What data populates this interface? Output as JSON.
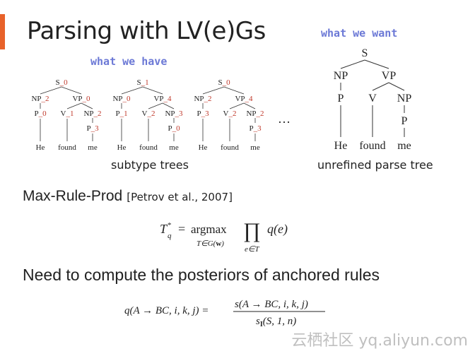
{
  "slide": {
    "title": "Parsing with LV(e)Gs",
    "accent_color": "#E8622A",
    "hand_color": "#6C79D6",
    "split_color": "#C0392B"
  },
  "have": {
    "label": "what we have"
  },
  "want": {
    "label": "what we want"
  },
  "subtype_trees": [
    {
      "root": [
        "S",
        "_0"
      ],
      "np": [
        "NP",
        "_2"
      ],
      "vp": [
        "VP",
        "_0"
      ],
      "p": [
        "P",
        "_0"
      ],
      "v": [
        "V",
        "_1"
      ],
      "np2": [
        "NP",
        "_2"
      ],
      "p2": [
        "P",
        "_3"
      ]
    },
    {
      "root": [
        "S",
        "_1"
      ],
      "np": [
        "NP",
        "_0"
      ],
      "vp": [
        "VP",
        "_4"
      ],
      "p": [
        "P",
        "_1"
      ],
      "v": [
        "V",
        "_2"
      ],
      "np2": [
        "NP",
        "_3"
      ],
      "p2": [
        "P",
        "_0"
      ]
    },
    {
      "root": [
        "S",
        "_0"
      ],
      "np": [
        "NP",
        "_2"
      ],
      "vp": [
        "VP",
        "_4"
      ],
      "p": [
        "P",
        "_3"
      ],
      "v": [
        "V",
        "_2"
      ],
      "np2": [
        "NP",
        "_2"
      ],
      "p2": [
        "P",
        "_3"
      ]
    }
  ],
  "words": [
    "He",
    "found",
    "me"
  ],
  "ellipsis": "…",
  "unrefined_tree": {
    "root": "S",
    "np": "NP",
    "vp": "VP",
    "p": "P",
    "v": "V",
    "np2": "NP",
    "p2": "P"
  },
  "captions": {
    "subtype": "subtype trees",
    "unrefined": "unrefined parse tree"
  },
  "method": {
    "name": "Max-Rule-Prod",
    "citation": "[Petrov et al., 2007]"
  },
  "heading2": "Need to compute the posteriors of anchored rules",
  "watermark": "云栖社区 yq.aliyun.com"
}
